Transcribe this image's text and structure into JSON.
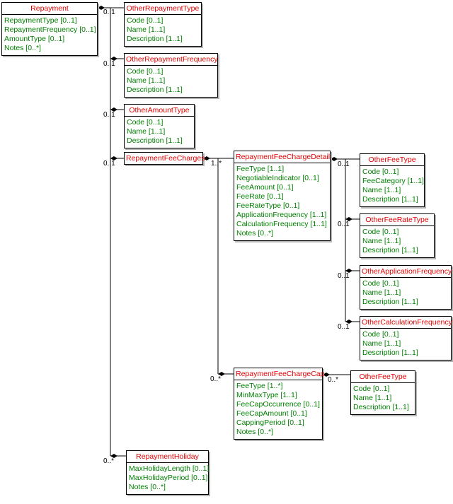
{
  "diagram": {
    "colors": {
      "entity_title_text": "#e60000",
      "entity_field_text": "#008000",
      "entity_border": "#000000",
      "connector": "#000000",
      "shadow": "#b4b4b4",
      "background": "#ffffff"
    },
    "entities": [
      {
        "title": "Repayment",
        "fields": [
          "RepaymentType [0..1]",
          "RepaymentFrequency [0..1]",
          "AmountType [0..1]",
          "Notes [0..*]"
        ]
      },
      {
        "title": "OtherRepaymentType",
        "fields": [
          "Code [0..1]",
          "Name [1..1]",
          "Description [1..1]"
        ]
      },
      {
        "title": "OtherRepaymentFrequency",
        "fields": [
          "Code [0..1]",
          "Name [1..1]",
          "Description [1..1]"
        ]
      },
      {
        "title": "OtherAmountType",
        "fields": [
          "Code [0..1]",
          "Name [1..1]",
          "Description [1..1]"
        ]
      },
      {
        "title": "RepaymentFeeCharges",
        "fields": []
      },
      {
        "title": "RepaymentFeeChargeDetail",
        "fields": [
          "FeeType [1..1]",
          "NegotiableIndicator [0..1]",
          "FeeAmount [0..1]",
          "FeeRate [0..1]",
          "FeeRateType [0..1]",
          "ApplicationFrequency [1..1]",
          "CalculationFrequency [1..1]",
          "Notes [0..*]"
        ]
      },
      {
        "title": "OtherFeeType",
        "fields": [
          "Code [0..1]",
          "FeeCategory [1..1]",
          "Name [1..1]",
          "Description [1..1]"
        ]
      },
      {
        "title": "OtherFeeRateType",
        "fields": [
          "Code [0..1]",
          "Name [1..1]",
          "Description [1..1]"
        ]
      },
      {
        "title": "OtherApplicationFrequency",
        "fields": [
          "Code [0..1]",
          "Name [1..1]",
          "Description [1..1]"
        ]
      },
      {
        "title": "OtherCalculationFrequency",
        "fields": [
          "Code [0..1]",
          "Name [1..1]",
          "Description [1..1]"
        ]
      },
      {
        "title": "RepaymentFeeChargeCap",
        "fields": [
          "FeeType [1..*]",
          "MinMaxType [1..1]",
          "FeeCapOccurrence [0..1]",
          "FeeCapAmount [0..1]",
          "CappingPeriod [0..1]",
          "Notes [0..*]"
        ]
      },
      {
        "title": "OtherFeeType",
        "fields": [
          "Code [0..1]",
          "Name [1..1]",
          "Description [1..1]"
        ]
      },
      {
        "title": "RepaymentHoliday",
        "fields": [
          "MaxHolidayLength [0..1]",
          "MaxHolidayPeriod [0..1]",
          "Notes [0..*]"
        ]
      }
    ],
    "connections": [
      {
        "from": "Repayment",
        "to": "OtherRepaymentType",
        "label": "0..1"
      },
      {
        "from": "Repayment",
        "to": "OtherRepaymentFrequency",
        "label": "0..1"
      },
      {
        "from": "Repayment",
        "to": "OtherAmountType",
        "label": "0..1"
      },
      {
        "from": "Repayment",
        "to": "RepaymentFeeCharges",
        "label": "0..1"
      },
      {
        "from": "RepaymentFeeCharges",
        "to": "RepaymentFeeChargeDetail",
        "label": "1..*"
      },
      {
        "from": "RepaymentFeeChargeDetail",
        "to": "OtherFeeType",
        "label": "0..1"
      },
      {
        "from": "RepaymentFeeChargeDetail",
        "to": "OtherFeeRateType",
        "label": "0..1"
      },
      {
        "from": "RepaymentFeeChargeDetail",
        "to": "OtherApplicationFrequency",
        "label": "0..1"
      },
      {
        "from": "RepaymentFeeChargeDetail",
        "to": "OtherCalculationFrequency",
        "label": "0..1"
      },
      {
        "from": "RepaymentFeeCharges",
        "to": "RepaymentFeeChargeCap",
        "label": "0..*"
      },
      {
        "from": "RepaymentFeeChargeCap",
        "to": "OtherFeeType",
        "label": "0..*"
      },
      {
        "from": "Repayment",
        "to": "RepaymentHoliday",
        "label": "0..*"
      }
    ]
  }
}
